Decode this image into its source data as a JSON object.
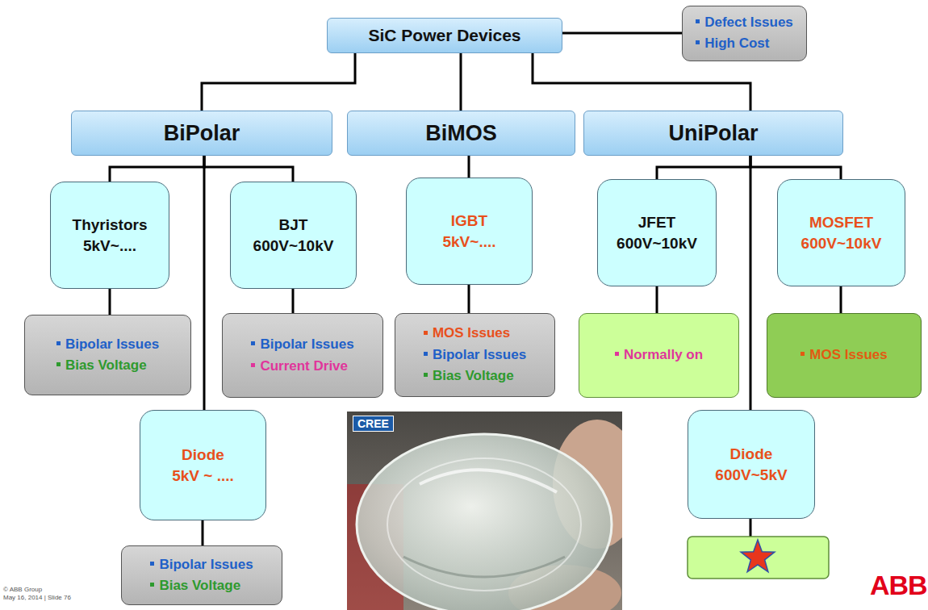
{
  "diagram": {
    "nodes": [
      {
        "text": [
          "SiC Power Devices"
        ]
      },
      {
        "text": [
          "Defect Issues",
          "High Cost"
        ]
      },
      {
        "text": [
          "BiPolar"
        ]
      },
      {
        "text": [
          "BiMOS"
        ]
      },
      {
        "text": [
          "UniPolar"
        ]
      },
      {
        "text": [
          "Thyristors 5kV~...."
        ]
      },
      {
        "text": [
          "BJT 600V~10kV"
        ]
      },
      {
        "text": [
          "IGBT 5kV~...."
        ]
      },
      {
        "text": [
          "JFET 600V~10kV"
        ]
      },
      {
        "text": [
          "MOSFET 600V~10kV"
        ]
      },
      {
        "text": [
          "Bipolar Issues",
          "Bias Voltage"
        ]
      },
      {
        "text": [
          "Bipolar Issues",
          "Current Drive"
        ]
      },
      {
        "text": [
          "MOS Issues",
          "Bipolar Issues",
          "Bias Voltage"
        ]
      },
      {
        "text": [
          "Normally on"
        ]
      },
      {
        "text": [
          "MOS Issues"
        ]
      },
      {
        "text": [
          "Diode 5kV ~ ...."
        ]
      },
      {
        "text": [
          "Diode 600V~5kV"
        ]
      },
      {
        "text": [
          "Bipolar Issues",
          "Bias Voltage"
        ]
      }
    ],
    "edges": [
      {
        "from": 0,
        "to": 1,
        "arrow": "none"
      },
      {
        "from": 0,
        "to": 2,
        "arrow": "none"
      },
      {
        "from": 0,
        "to": 3,
        "arrow": "none"
      },
      {
        "from": 0,
        "to": 4,
        "arrow": "none"
      },
      {
        "from": 2,
        "to": 5,
        "arrow": "none"
      },
      {
        "from": 2,
        "to": 6,
        "arrow": "none"
      },
      {
        "from": 2,
        "to": 15,
        "arrow": "none"
      },
      {
        "from": 3,
        "to": 7,
        "arrow": "none"
      },
      {
        "from": 4,
        "to": 8,
        "arrow": "none"
      },
      {
        "from": 4,
        "to": 9,
        "arrow": "none"
      },
      {
        "from": 4,
        "to": 16,
        "arrow": "none"
      },
      {
        "from": 5,
        "to": 10,
        "arrow": "none"
      },
      {
        "from": 6,
        "to": 11,
        "arrow": "none"
      },
      {
        "from": 7,
        "to": 12,
        "arrow": "none"
      },
      {
        "from": 8,
        "to": 13,
        "arrow": "none"
      },
      {
        "from": 9,
        "to": 14,
        "arrow": "none"
      },
      {
        "from": 15,
        "to": 17,
        "arrow": "none"
      }
    ],
    "labels": [
      "CREE",
      "ABB",
      "© ABB Group",
      "May 16, 2014 | Slide 76"
    ]
  }
}
